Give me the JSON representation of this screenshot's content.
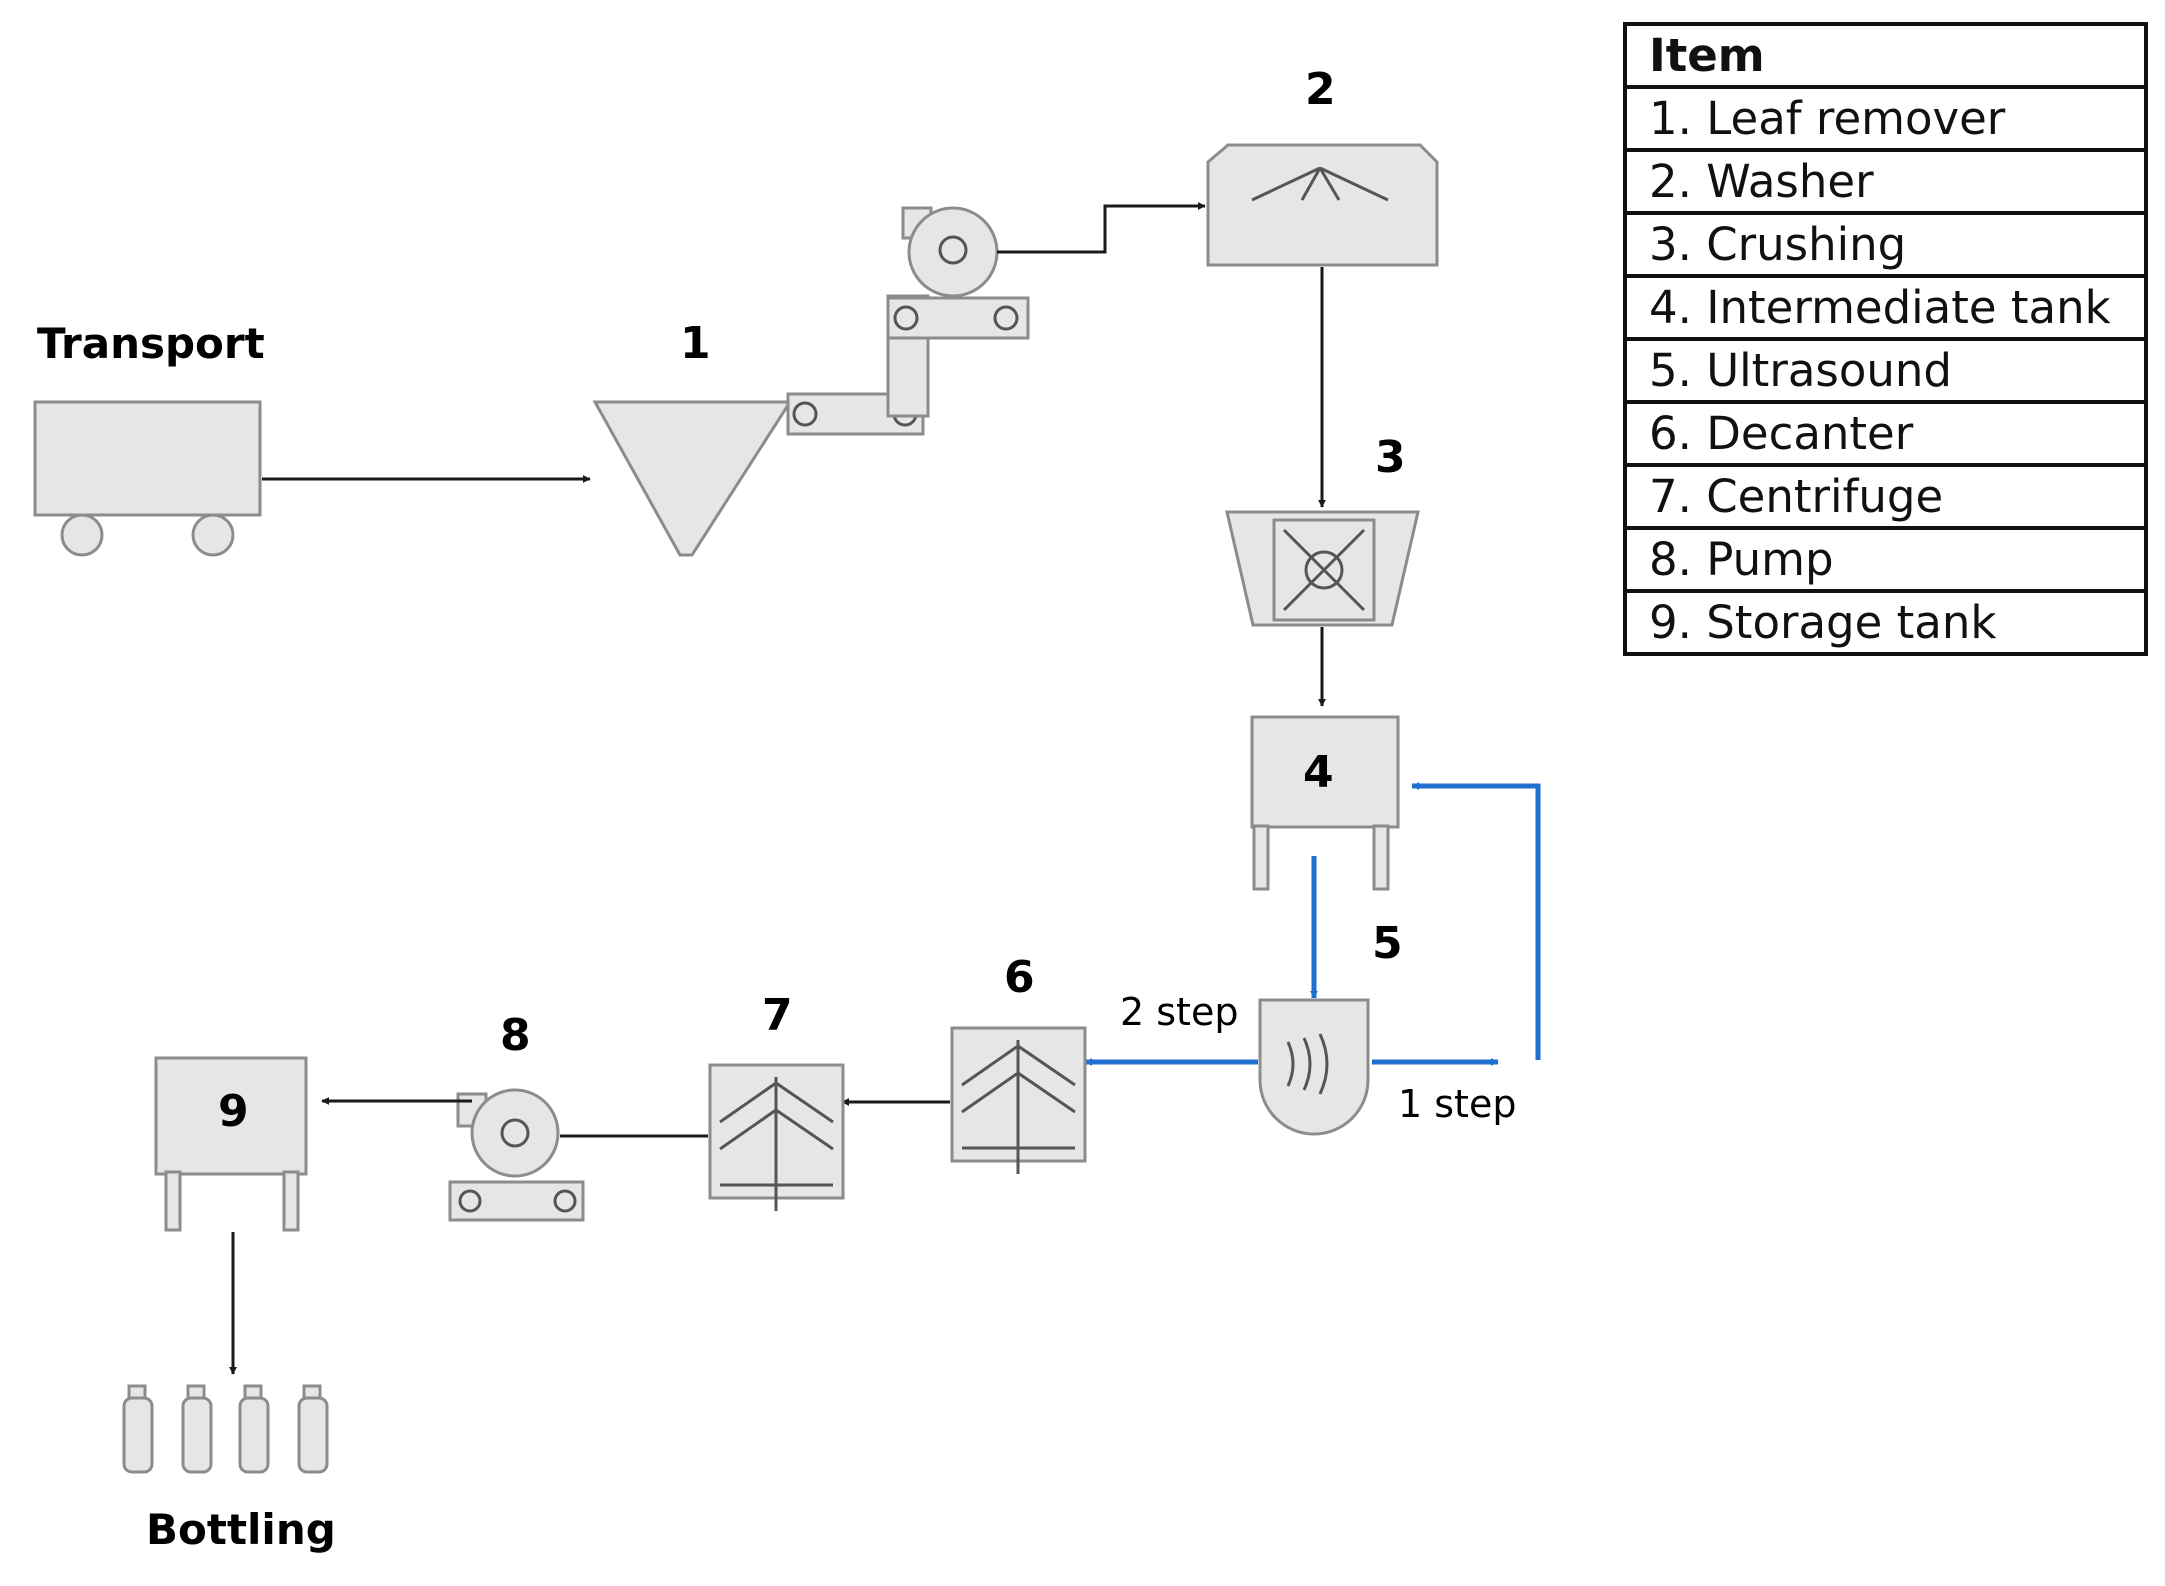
{
  "labels": {
    "transport": "Transport",
    "bottling": "Bottling",
    "step1": "1 step",
    "step2": "2 step"
  },
  "nodes": {
    "n1": "1",
    "n2": "2",
    "n3": "3",
    "n4": "4",
    "n5": "5",
    "n6": "6",
    "n7": "7",
    "n8": "8",
    "n9": "9"
  },
  "legend": {
    "header": "Item",
    "items": [
      "1. Leaf remover",
      "2. Washer",
      "3. Crushing",
      "4. Intermediate tank",
      "5. Ultrasound",
      "6. Decanter",
      "7. Centrifuge",
      "8. Pump",
      "9. Storage tank"
    ]
  },
  "colors": {
    "ultrasound_loop": "#1f6fd1",
    "equipment_fill": "#e6e6e6"
  }
}
